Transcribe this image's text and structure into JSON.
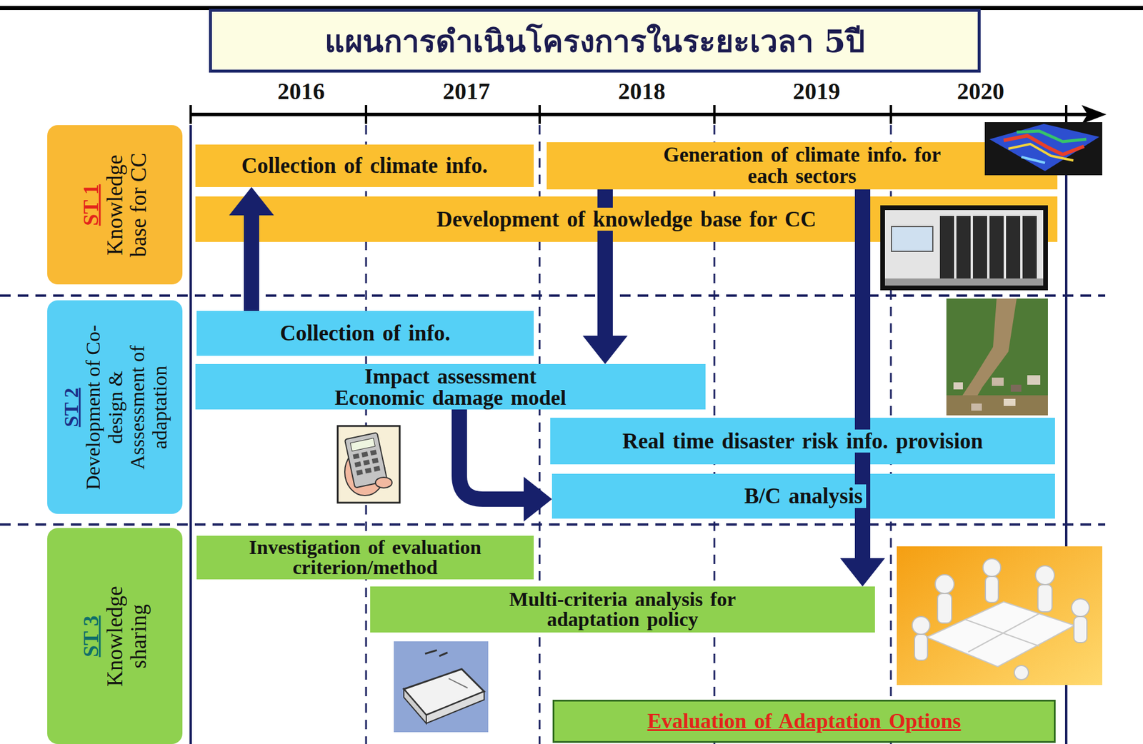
{
  "diagram": {
    "title": "แผนการดำเนินโครงการในระยะเวลา 5ปี",
    "nodes": [
      {
        "text": [
          "ST 1",
          "Knowledge base for CC"
        ]
      },
      {
        "text": [
          "Collection of climate info."
        ]
      },
      {
        "text": [
          "Generation of climate info. for each sectors"
        ]
      },
      {
        "text": [
          "Development of knowledge base for CC"
        ]
      },
      {
        "text": [
          "ST 2",
          "Development of Co-design & Asssessment of adaptation"
        ]
      },
      {
        "text": [
          "Collection of info."
        ]
      },
      {
        "text": [
          "Impact assessment Economic damage model"
        ]
      },
      {
        "text": [
          "Real time disaster risk info. provision"
        ]
      },
      {
        "text": [
          "B/C analysis"
        ]
      },
      {
        "text": [
          "ST 3",
          "Knowledge sharing"
        ]
      },
      {
        "text": [
          "Investigation of evaluation criterion/method"
        ]
      },
      {
        "text": [
          "Multi-criteria analysis for adaptation policy"
        ]
      },
      {
        "text": [
          "Evaluation of Adaptation Options"
        ]
      }
    ],
    "edges": [
      {
        "from": 5,
        "to": 1,
        "arrow": "to"
      },
      {
        "from": 2,
        "to": 6,
        "arrow": "to"
      },
      {
        "from": 6,
        "to": 8,
        "arrow": "to"
      },
      {
        "from": 2,
        "to": 11,
        "arrow": "to"
      }
    ],
    "labels": [
      "2016",
      "2017",
      "2018",
      "2019",
      "2020"
    ]
  }
}
